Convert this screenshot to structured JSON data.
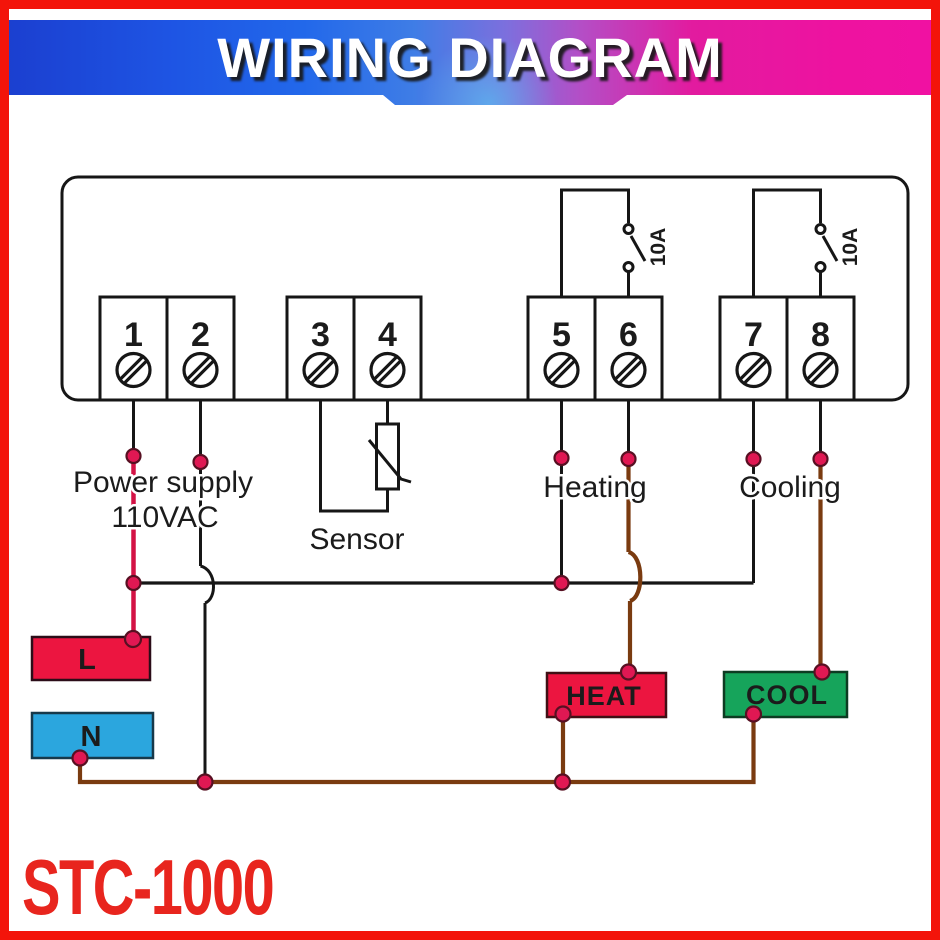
{
  "banner": {
    "title": "WIRING DIAGRAM"
  },
  "model_label": "STC-1000",
  "controller": {
    "terminals": [
      "1",
      "2",
      "3",
      "4",
      "5",
      "6",
      "7",
      "8"
    ],
    "relay_rating": "10A"
  },
  "labels": {
    "power_supply_line1": "Power supply",
    "power_supply_line2": "110VAC",
    "sensor": "Sensor",
    "heating": "Heating",
    "cooling": "Cooling"
  },
  "wire_boxes": {
    "live": "L",
    "neutral": "N",
    "heat": "HEAT",
    "cool": "COOL"
  },
  "colors": {
    "frame_red": "#f3140a",
    "banner_blue": "#1c50e2",
    "banner_magenta": "#ee12a0",
    "live_wire_red": "#d31245",
    "load_wire_brown": "#7a3b10",
    "junction_dot": "#e01853",
    "live_box_red": "#ec1540",
    "neutral_box_blue": "#2ba6de",
    "heat_box_red": "#ec1540",
    "cool_box_green": "#16a45b",
    "model_text_red": "#e8251e"
  }
}
